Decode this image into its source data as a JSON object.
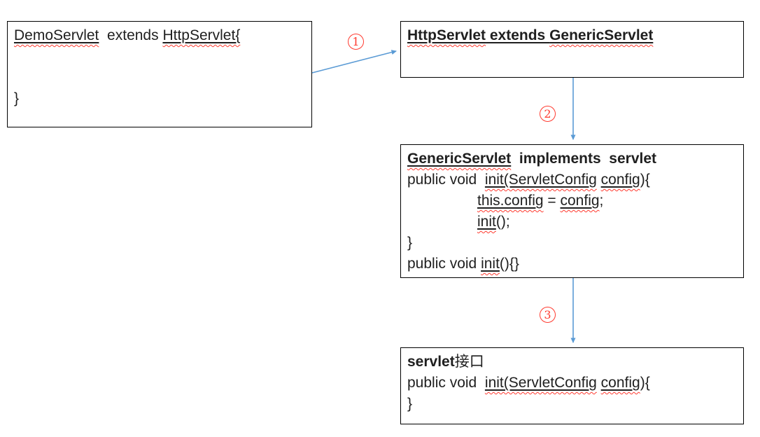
{
  "colors": {
    "accent": "#5b9bd5",
    "red": "#ff3b30",
    "ink": "#1f1f1f",
    "border": "#000000"
  },
  "step_labels": {
    "step1": "1",
    "step2": "2",
    "step3": "3"
  },
  "boxes": {
    "demo_servlet": {
      "name": "DemoServlet",
      "lines": [
        {
          "segments": [
            {
              "t": "DemoServlet",
              "u": true,
              "sq": true
            },
            {
              "t": "  extends "
            },
            {
              "t": "HttpServlet{",
              "u": true,
              "sq": true
            }
          ]
        },
        {
          "segments": []
        },
        {
          "segments": []
        },
        {
          "segments": [
            {
              "t": "}"
            }
          ]
        }
      ]
    },
    "http_servlet": {
      "name": "HttpServlet",
      "lines": [
        {
          "segments": [
            {
              "t": "HttpServlet",
              "b": true,
              "u": true,
              "sq": true
            },
            {
              "t": " extends ",
              "b": true,
              "u": true
            },
            {
              "t": "GenericServlet",
              "b": true,
              "u": true,
              "sq": true
            }
          ]
        }
      ]
    },
    "generic_servlet": {
      "name": "GenericServlet",
      "lines": [
        {
          "segments": [
            {
              "t": "GenericServlet",
              "b": true,
              "u": true,
              "sq": true
            },
            {
              "t": "  implements  servlet",
              "b": true
            }
          ]
        },
        {
          "segments": [
            {
              "t": "public void  "
            },
            {
              "t": "init(ServletConfig",
              "u": true,
              "sq": true
            },
            {
              "t": " "
            },
            {
              "t": "config",
              "u": true,
              "sq": true
            },
            {
              "t": "){"
            }
          ]
        },
        {
          "indent": true,
          "segments": [
            {
              "t": "this.config",
              "u": true,
              "sq": true
            },
            {
              "t": " = "
            },
            {
              "t": "config",
              "u": true,
              "sq": true
            },
            {
              "t": ";"
            }
          ]
        },
        {
          "indent": true,
          "segments": [
            {
              "t": "init",
              "u": true,
              "sq": true
            },
            {
              "t": "();"
            }
          ]
        },
        {
          "segments": [
            {
              "t": "}"
            }
          ]
        },
        {
          "segments": [
            {
              "t": "public void "
            },
            {
              "t": "init",
              "u": true,
              "sq": true
            },
            {
              "t": "(){}"
            }
          ]
        }
      ]
    },
    "servlet_interface": {
      "name": "servlet interface",
      "lines": [
        {
          "segments": [
            {
              "t": "servlet",
              "b": true
            },
            {
              "t": "接口"
            }
          ]
        },
        {
          "segments": [
            {
              "t": "public void  "
            },
            {
              "t": "init(ServletConfig",
              "u": true,
              "sq": true
            },
            {
              "t": " "
            },
            {
              "t": "config",
              "u": true,
              "sq": true
            },
            {
              "t": "){"
            }
          ]
        },
        {
          "segments": [
            {
              "t": "}"
            }
          ]
        }
      ]
    }
  }
}
